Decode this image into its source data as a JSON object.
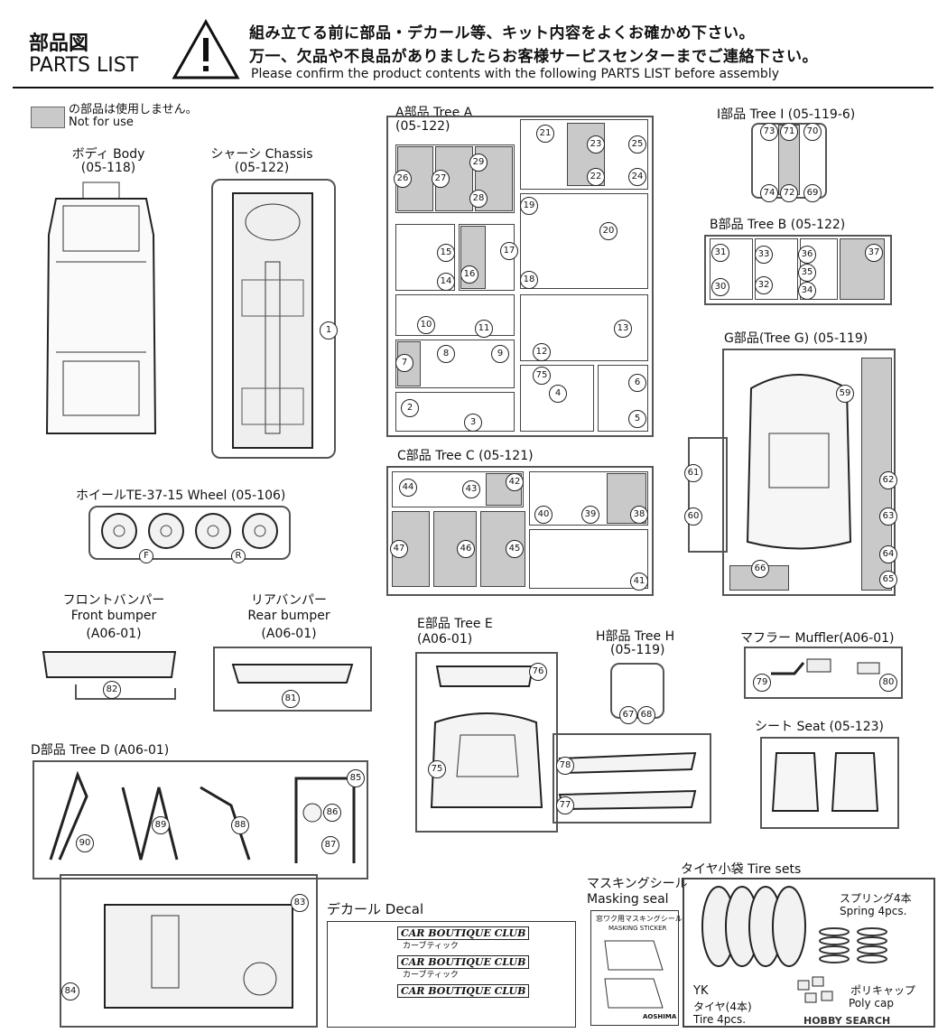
{
  "header": {
    "title_jp": "部品図",
    "title_en": "PARTS LIST",
    "notice_line1": "組み立てる前に部品・デカール等、キット内容をよくお確かめ下さい。",
    "notice_line2": "万一、欠品や不良品がありましたらお客様サービスセンターまでご連絡下さい。",
    "notice_line3": "Please confirm the product contents with the following PARTS LIST before assembly"
  },
  "legend": {
    "jp": "の部品は使用しません。",
    "en": "Not for use"
  },
  "body": {
    "jp_en": "ボディ Body",
    "code": "(05-118)"
  },
  "chassis": {
    "jp_en": "シャーシ Chassis",
    "code": "(05-122)",
    "part": "1"
  },
  "tree_a": {
    "title": "A部品 Tree A",
    "code": "(05-122)",
    "parts": [
      "21",
      "23",
      "25",
      "22",
      "24",
      "26",
      "27",
      "29",
      "28",
      "19",
      "20",
      "15",
      "17",
      "14",
      "16",
      "18",
      "10",
      "11",
      "13",
      "12",
      "7",
      "8",
      "9",
      "75",
      "6",
      "4",
      "2",
      "3",
      "5"
    ]
  },
  "tree_i": {
    "title": "I部品 Tree I (05-119-6)",
    "parts": [
      "73",
      "71",
      "70",
      "74",
      "72",
      "69"
    ]
  },
  "tree_b": {
    "title": "B部品 Tree B (05-122)",
    "parts": [
      "31",
      "33",
      "36",
      "37",
      "35",
      "30",
      "32",
      "34"
    ]
  },
  "tree_g": {
    "title": "G部品(Tree G) (05-119)",
    "parts": [
      "59",
      "61",
      "60",
      "62",
      "63",
      "64",
      "65",
      "66"
    ]
  },
  "tree_c": {
    "title": "C部品 Tree C (05-121)",
    "parts": [
      "44",
      "43",
      "42",
      "40",
      "39",
      "38",
      "47",
      "46",
      "45",
      "41"
    ]
  },
  "wheel": {
    "title": "ホイールTE-37-15 Wheel (05-106)",
    "marks": [
      "F",
      "R"
    ]
  },
  "front_bumper": {
    "jp": "フロントバンパー",
    "en": "Front bumper",
    "code": "(A06-01)",
    "part": "82"
  },
  "rear_bumper": {
    "jp": "リアバンパー",
    "en": "Rear bumper",
    "code": "(A06-01)",
    "part": "81"
  },
  "tree_e": {
    "title": "E部品 Tree E",
    "code": "(A06-01)",
    "parts": [
      "76",
      "75",
      "78",
      "77"
    ]
  },
  "tree_h": {
    "title": "H部品 Tree H",
    "code": "(05-119)",
    "parts": [
      "67",
      "68"
    ]
  },
  "muffler": {
    "title": "マフラー Muffler(A06-01)",
    "parts": [
      "79",
      "80"
    ]
  },
  "seat": {
    "title": "シート Seat (05-123)"
  },
  "tree_d": {
    "title": "D部品 Tree D (A06-01)",
    "parts": [
      "85",
      "90",
      "89",
      "88",
      "86",
      "87",
      "83",
      "84"
    ]
  },
  "decal": {
    "title": "デカール Decal",
    "logo1": "CAR BOUTIQUE CLUB",
    "logo2": "カーブティック"
  },
  "masking": {
    "jp": "マスキングシール",
    "en": "Masking seal",
    "sheet_title": "窓ワク用マスキングシール",
    "sheet_sub": "MASKING STICKER",
    "brand": "AOSHIMA"
  },
  "tire": {
    "title": "タイヤ小袋 Tire sets",
    "spring_jp": "スプリング4本",
    "spring_en": "Spring 4pcs.",
    "yk": "YK",
    "tire_jp": "タイヤ(4本)",
    "tire_en": "Tire 4pcs.",
    "cap_jp": "ポリキャップ",
    "cap_en": "Poly cap"
  },
  "watermark": "HOBBY SEARCH"
}
